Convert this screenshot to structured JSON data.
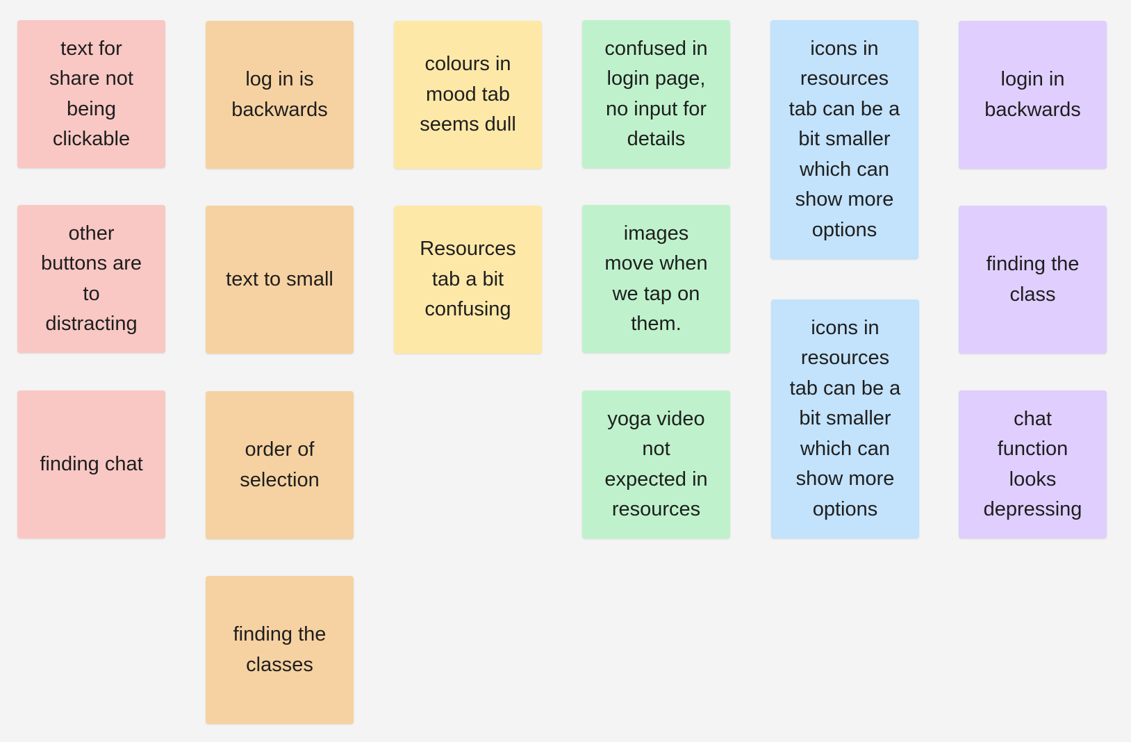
{
  "notes": [
    {
      "text": "text for\nshare not\nbeing\nclickable",
      "color": "#f9c8c4"
    },
    {
      "text": "other\nbuttons are\nto\ndistracting",
      "color": "#f9c8c4"
    },
    {
      "text": "finding chat",
      "color": "#f9c8c4"
    },
    {
      "text": "log in is\nbackwards",
      "color": "#f6d2a2"
    },
    {
      "text": "text to small",
      "color": "#f6d2a2"
    },
    {
      "text": "order of\nselection",
      "color": "#f6d2a2"
    },
    {
      "text": "finding the\nclasses",
      "color": "#f6d2a2"
    },
    {
      "text": "colours in\nmood tab\nseems dull",
      "color": "#fee8a8"
    },
    {
      "text": "Resources\ntab a bit\nconfusing",
      "color": "#fee8a8"
    },
    {
      "text": "confused in\nlogin page,\nno input for\ndetails",
      "color": "#bff2cc"
    },
    {
      "text": "images\nmove when\nwe tap on\nthem.",
      "color": "#bff2cc"
    },
    {
      "text": "yoga video\nnot\nexpected in\nresources",
      "color": "#bff2cc"
    },
    {
      "text": "icons in\nresources\ntab can be a\nbit smaller\nwhich can\nshow more\noptions",
      "color": "#c3e2fb"
    },
    {
      "text": "icons in\nresources\ntab can be a\nbit smaller\nwhich can\nshow more\noptions",
      "color": "#c3e2fb"
    },
    {
      "text": "login in\nbackwards",
      "color": "#e0ceff"
    },
    {
      "text": "finding the\nclass",
      "color": "#e0ceff"
    },
    {
      "text": "chat\nfunction\nlooks\ndepressing",
      "color": "#e0ceff"
    }
  ]
}
